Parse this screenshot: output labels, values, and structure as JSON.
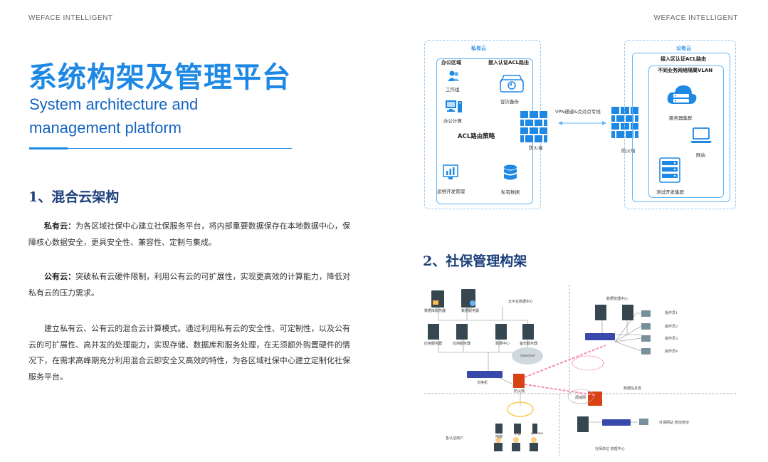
{
  "header": {
    "brand_left": "WEFACE INTELLIGENT",
    "brand_right": "WEFACE INTELLIGENT"
  },
  "title": {
    "cn": "系统构架及管理平台",
    "en_line1": "System architecture and",
    "en_line2": "management platform"
  },
  "section1": {
    "title": "1、混合云架构",
    "p1_label": "私有云：",
    "p1_text": "为各区域社保中心建立社保服务平台，将内部重要数据保存在本地数据中心，保障核心数据安全，更具安全性、兼容性、定制与集成。",
    "p2_label": "公有云：",
    "p2_text": "突破私有云硬件限制，利用公有云的可扩展性，实现更高效的计算能力，降低对私有云的压力需求。",
    "p3_text": "建立私有云、公有云的混合云计算模式。通过利用私有云的安全性、可定制性，以及公有云的可扩展性、高并发的处理能力，实现存储、数据库和服务处理，在无须额外购置硬件的情况下，在需求高峰期充分利用混合云即安全又高效的特性，为各区域社保中心建立定制化社保服务平台。"
  },
  "section2": {
    "title": "2、社保管理构架"
  },
  "hybrid_diagram": {
    "private_cloud": "私有云",
    "public_cloud": "公有云",
    "office_area": "办公区域",
    "access_acl": "接入认证ACL路由",
    "workgroup": "工作组",
    "office_compute": "办公计算",
    "disaster_backup": "容灾备份",
    "acl_policy": "ACL路由策略",
    "ops_dev": "运维开发管理",
    "private_data": "私有数据",
    "firewall_left": "防火墙",
    "vpn": "VPN通道&点对点专线",
    "firewall_right": "防火墙",
    "access_zone_acl": "接入区认证ACL路由",
    "vlan": "不同业务网络隔离VLAN",
    "server_cluster": "服务器集群",
    "website": "网站",
    "test_dev_cluster": "测试开发集群",
    "accent": "#1e88e5",
    "line": "#64b5f6"
  },
  "network_diagram": {
    "cloud_center": "云平台数据中心",
    "data_center": "数据管理中心",
    "data_zone": "数据信息查",
    "auth_user": "各认证用户",
    "social_unit": "社保单位  管理中心",
    "switch": "交换机",
    "firewall": "防火墙",
    "internet": "Internet",
    "lan": "局域网",
    "op1": "操作员1",
    "op2": "操作员2",
    "op3": "操作员3",
    "op4": "操作员4",
    "srv1": "数据库服务器",
    "srv2": "数据服务器",
    "srv3": "应用服务器",
    "srv4": "应用服务器",
    "srv5": "数据中心",
    "srv6": "备份服务器",
    "phone": "iphone",
    "pad": "平板",
    "pc": "电脑",
    "query": "社保网站 查询查询"
  }
}
